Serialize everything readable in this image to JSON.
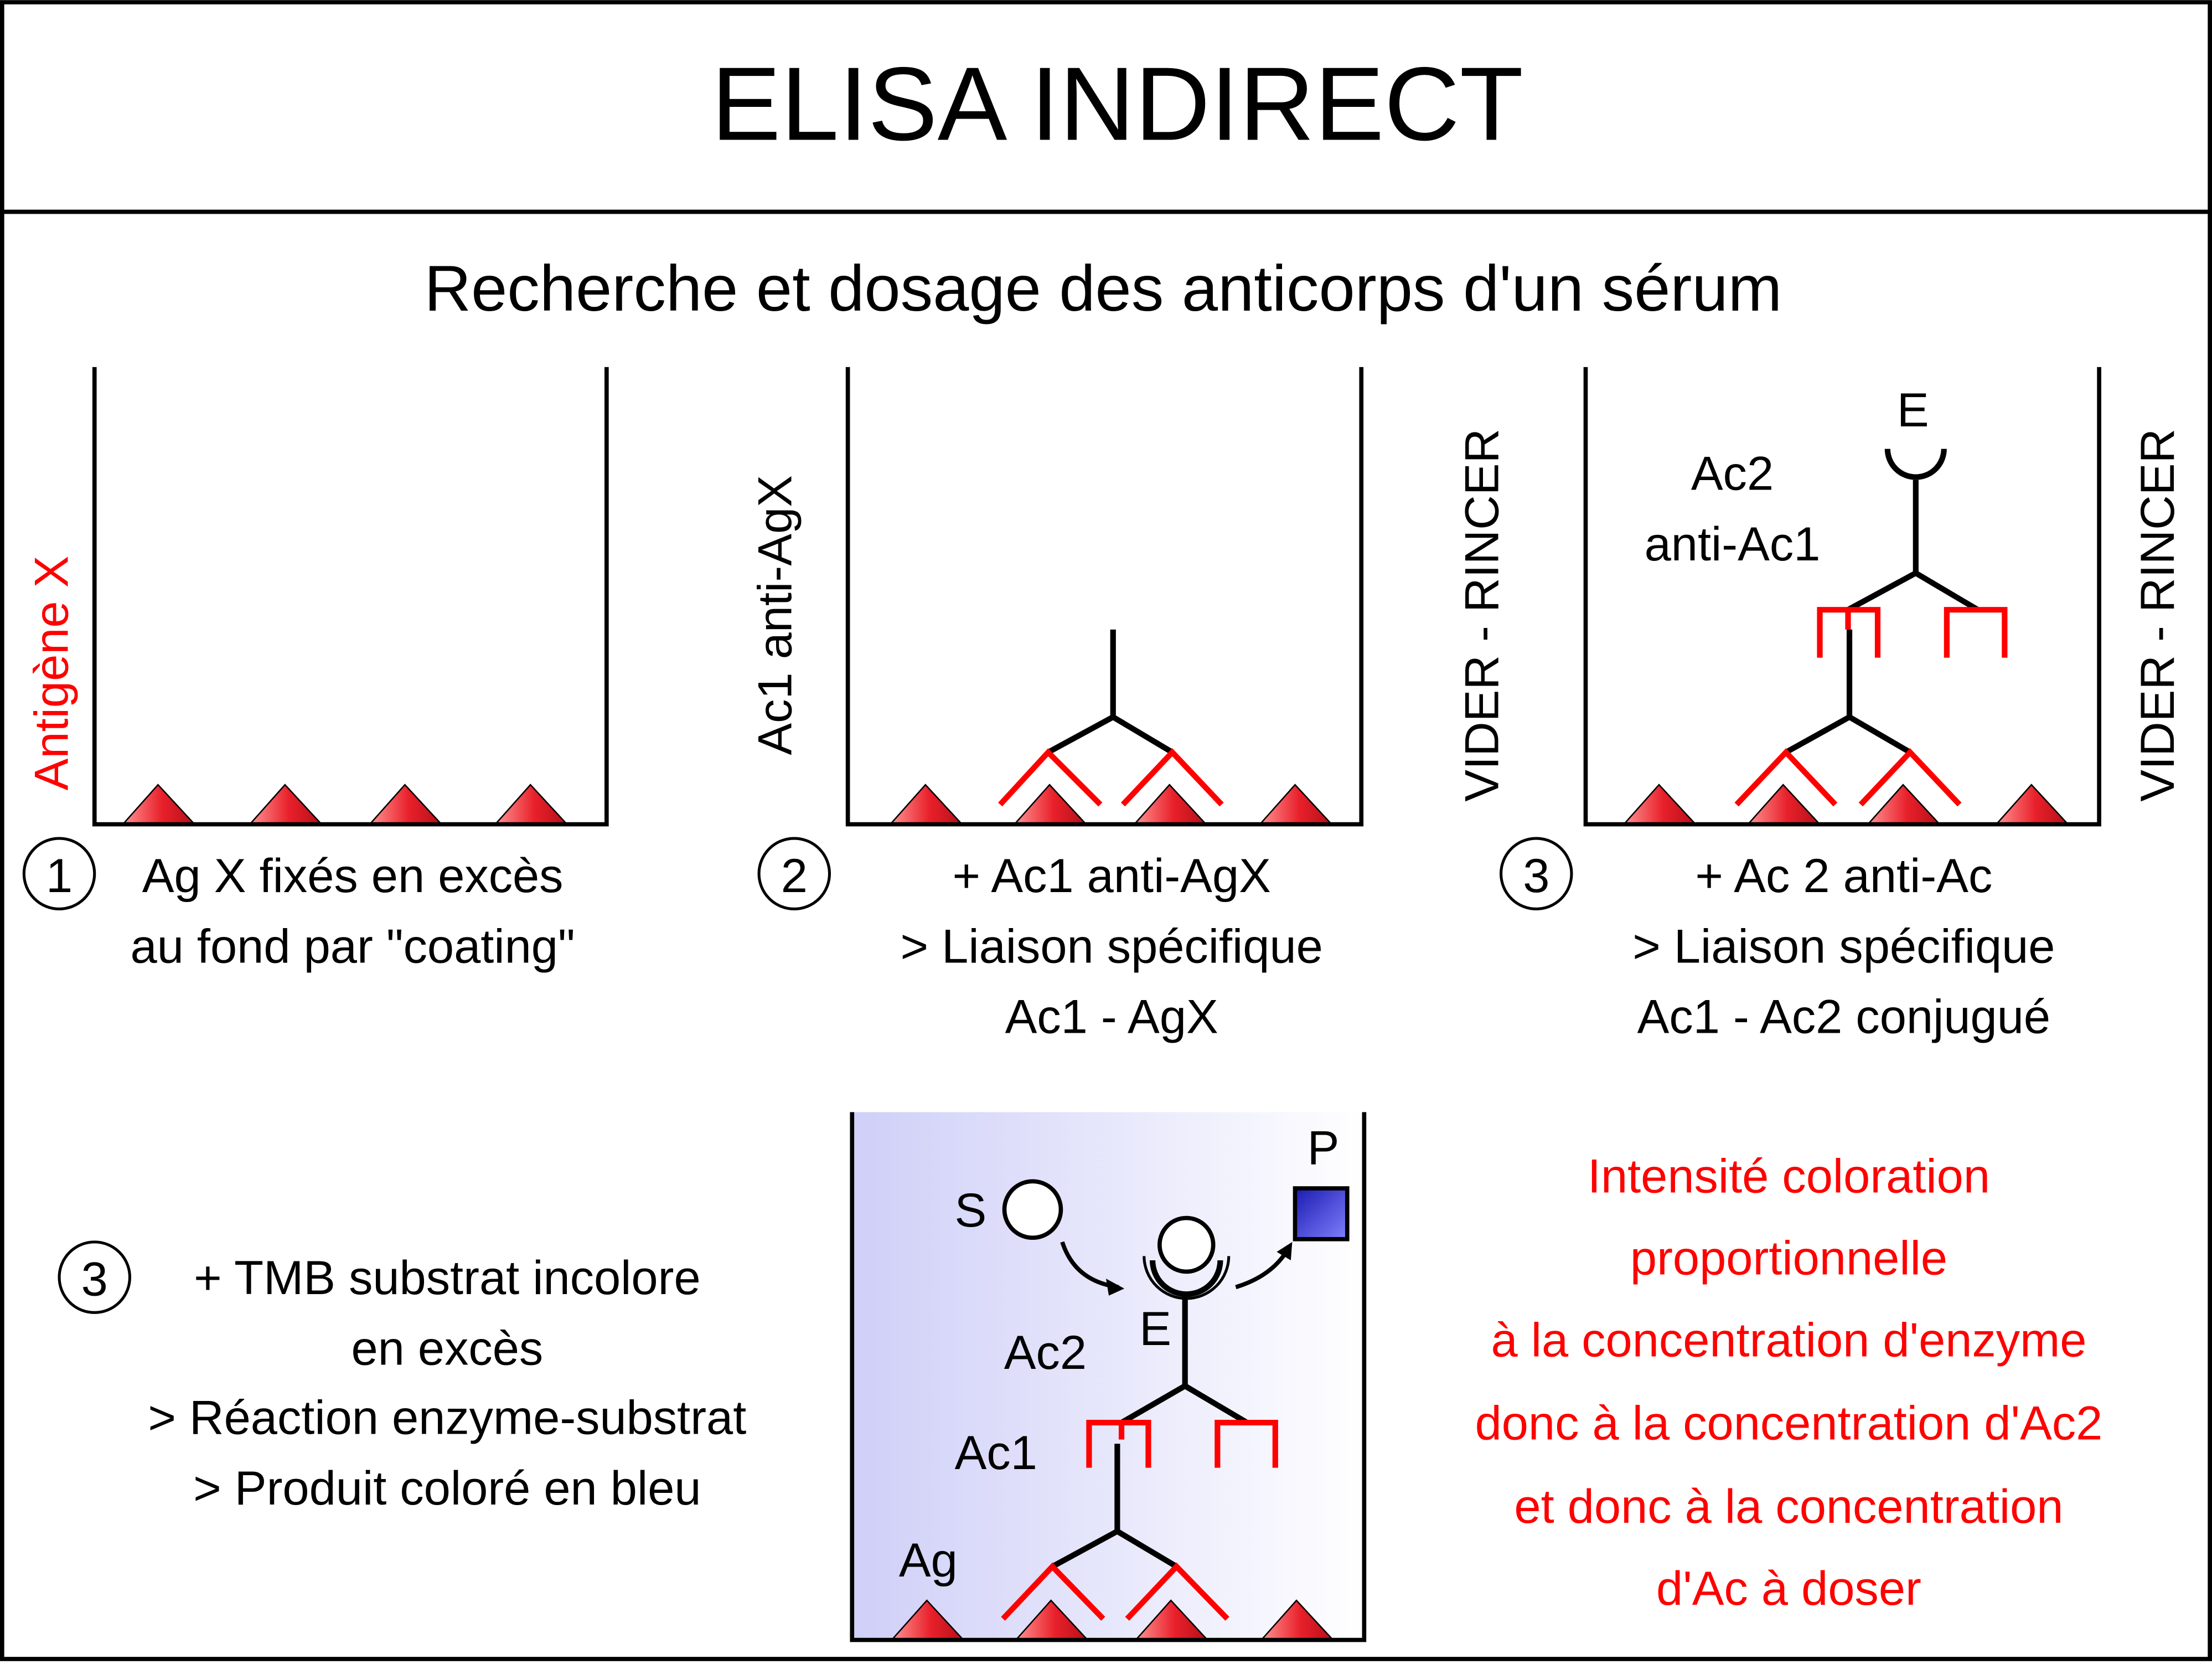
{
  "title": "ELISA INDIRECT",
  "subtitle": "Recherche et dosage des anticorps d'un sérum",
  "colors": {
    "antigen": "#e8202a",
    "antibody_fragment": "#ff0000",
    "product": "#3333cc",
    "well_gradient_start": "#d4d4fa",
    "highlight_text": "#ff0000"
  },
  "step1": {
    "side_label": "Antigène X",
    "number": "1",
    "lines": [
      "Ag X fixés en excès",
      "au fond par \"coating\""
    ]
  },
  "step2": {
    "side_label": "Ac1 anti-AgX",
    "number": "2",
    "lines": [
      "+ Ac1 anti-AgX",
      "> Liaison spécifique",
      "Ac1 - AgX"
    ]
  },
  "step3": {
    "side_label_left": "VIDER - RINCER",
    "side_label_right": "VIDER - RINCER",
    "enzyme_label": "E",
    "ac2_label_lines": [
      "Ac2",
      "anti-Ac1"
    ],
    "number": "3",
    "lines": [
      "+ Ac 2 anti-Ac",
      "> Liaison spécifique",
      "Ac1 - Ac2 conjugué"
    ]
  },
  "step4": {
    "number": "3",
    "lines": [
      "+ TMB substrat incolore",
      "en excès",
      "> Réaction enzyme-substrat",
      "> Produit coloré en bleu"
    ],
    "labels": {
      "substrate": "S",
      "product": "P",
      "enzyme": "E",
      "ac2": "Ac2",
      "ac1": "Ac1",
      "ag": "Ag"
    }
  },
  "conclusion": {
    "lines": [
      "Intensité coloration",
      "proportionnelle",
      "à la concentration d'enzyme",
      "donc à la concentration d'Ac2",
      "et donc à la concentration",
      "d'Ac à doser"
    ]
  }
}
